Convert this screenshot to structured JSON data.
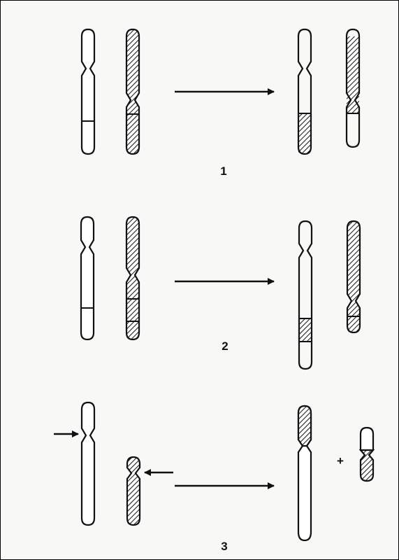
{
  "figure": {
    "panels": [
      {
        "label": "1"
      },
      {
        "label": "2"
      },
      {
        "label": "3",
        "plus": "+"
      }
    ]
  }
}
